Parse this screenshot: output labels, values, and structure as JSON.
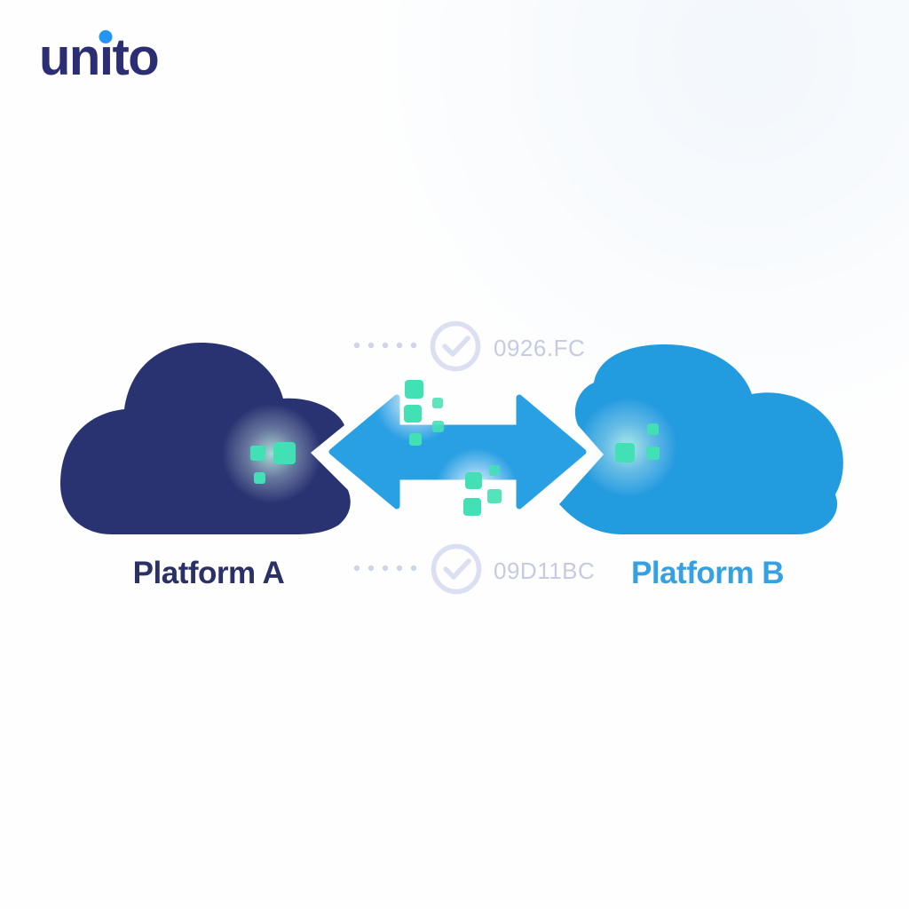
{
  "logo": {
    "pre": "un",
    "dotless_i": "ı",
    "post": "to"
  },
  "platforms": {
    "a_label": "Platform A",
    "b_label": "Platform B"
  },
  "sync": {
    "top_code": "0926.FC",
    "bottom_code": "09D11BC"
  },
  "colors": {
    "bg": "#fefefe",
    "navy": "#293372",
    "cloud-blue": "#239bdf",
    "arrow-blue": "#2aa0e4",
    "teal": "#42e0b5",
    "logo-navy": "#2b2e74",
    "logo-dot": "#2196f3",
    "label-a": "#2b3067",
    "label-b": "#35a0e2",
    "muted-text": "#c5cbe0",
    "icon-ring": "#dbdff2",
    "dot-gray": "#ced5e8"
  }
}
